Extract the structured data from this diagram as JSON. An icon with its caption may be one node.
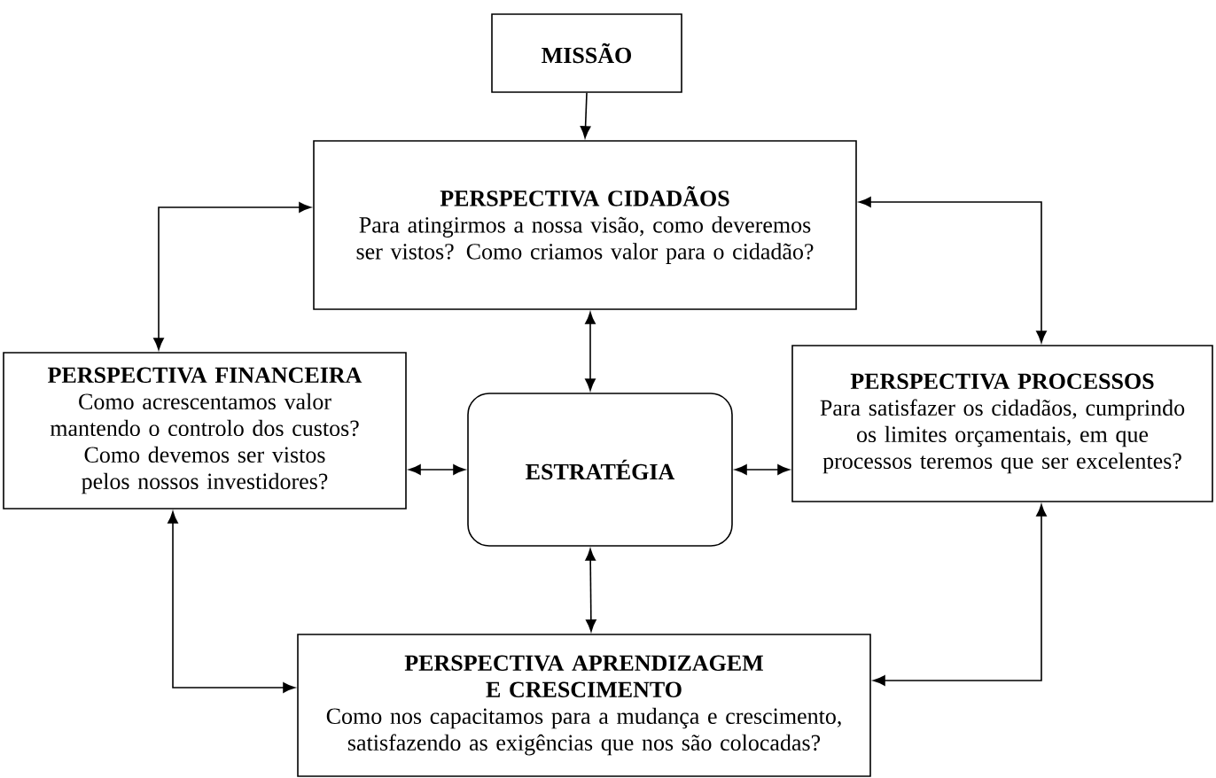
{
  "diagram": {
    "nodes": [
      {
        "text": [
          "MISSÃO"
        ]
      },
      {
        "text": [
          "PERSPECTIVA CIDADÃOS",
          "Para atingirmos a nossa visão, como deveremos ser vistos? Como criamos valor para o cidadão?"
        ]
      },
      {
        "text": [
          "PERSPECTIVA FINANCEIRA",
          "Como acrescentamos valor mantendo o controlo dos custos?",
          "Como devemos ser vistos pelos nossos investidores?"
        ]
      },
      {
        "text": [
          "ESTRATÉGIA"
        ]
      },
      {
        "text": [
          "PERSPECTIVA PROCESSOS",
          "Para satisfazer os cidadãos, cumprindo os limites orçamentais, em que processos teremos que ser excelentes?"
        ]
      },
      {
        "text": [
          "PERSPECTIVA APRENDIZAGEM E CRESCIMENTO",
          "Como nos capacitamos para a mudança e crescimento, satisfazendo as exigências que nos são colocadas?"
        ]
      }
    ],
    "edges": [
      {
        "from": 0,
        "to": 1,
        "arrow": "to"
      },
      {
        "from": 1,
        "to": 2,
        "arrow": "both"
      },
      {
        "from": 1,
        "to": 4,
        "arrow": "both"
      },
      {
        "from": 1,
        "to": 3,
        "arrow": "both"
      },
      {
        "from": 2,
        "to": 3,
        "arrow": "both"
      },
      {
        "from": 3,
        "to": 4,
        "arrow": "both"
      },
      {
        "from": 3,
        "to": 5,
        "arrow": "both"
      },
      {
        "from": 2,
        "to": 5,
        "arrow": "both"
      },
      {
        "from": 4,
        "to": 5,
        "arrow": "both"
      }
    ]
  }
}
